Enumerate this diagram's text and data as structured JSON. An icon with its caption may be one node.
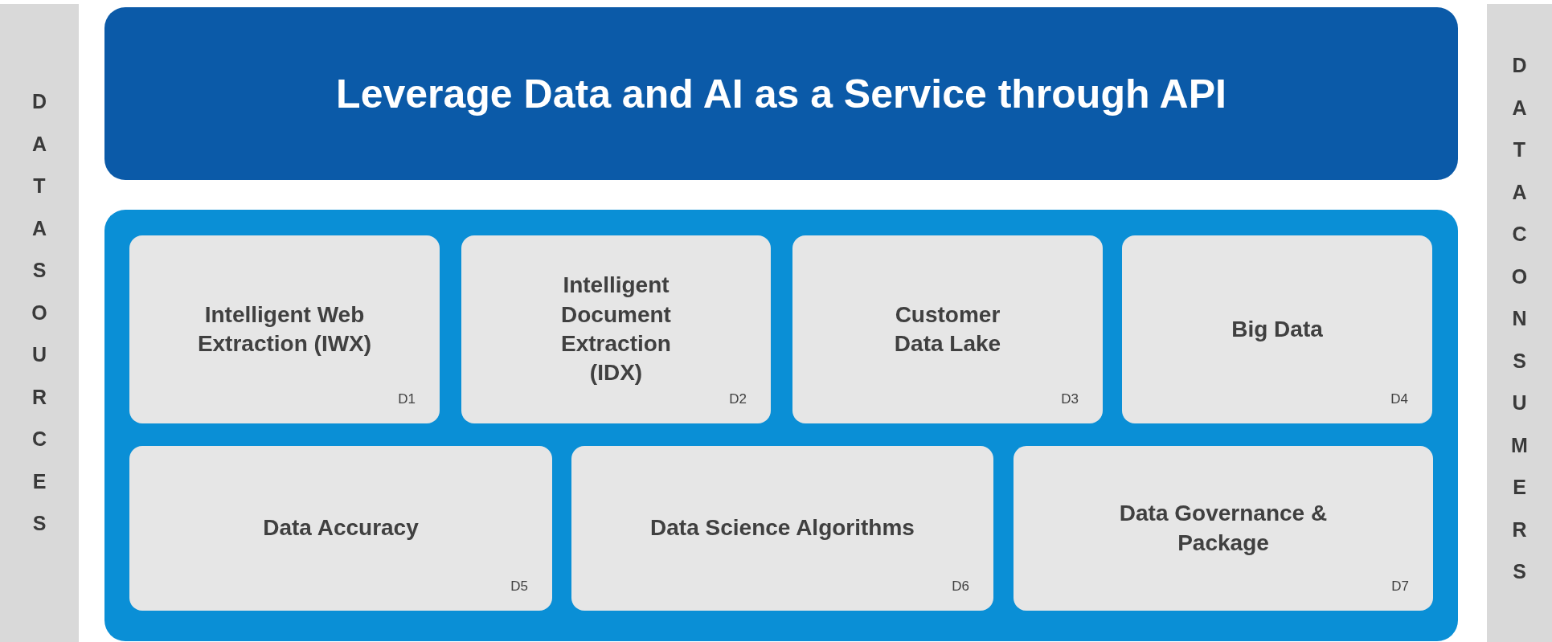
{
  "diagram": {
    "nodes": [
      {
        "text": [
          "DATA SOURCES"
        ]
      },
      {
        "text": [
          "Leverage Data and AI as a Service through API"
        ]
      },
      {
        "text": [],
        "shape": "box"
      },
      {
        "text": [
          "Intelligent Web Extraction (IWX)",
          "D1"
        ],
        "in": 2
      },
      {
        "text": [
          "Intelligent Document Extraction (IDX)",
          "D2"
        ],
        "in": 2
      },
      {
        "text": [
          "Customer Data Lake",
          "D3"
        ],
        "in": 2
      },
      {
        "text": [
          "Big Data",
          "D4"
        ],
        "in": 2
      },
      {
        "text": [
          "Data Accuracy",
          "D5"
        ],
        "in": 2
      },
      {
        "text": [
          "Data Science Algorithms",
          "D6"
        ],
        "in": 2
      },
      {
        "text": [
          "Data Governance & Package",
          "D7"
        ],
        "in": 2
      },
      {
        "text": [
          "DATA CONSUMERS"
        ]
      }
    ]
  }
}
